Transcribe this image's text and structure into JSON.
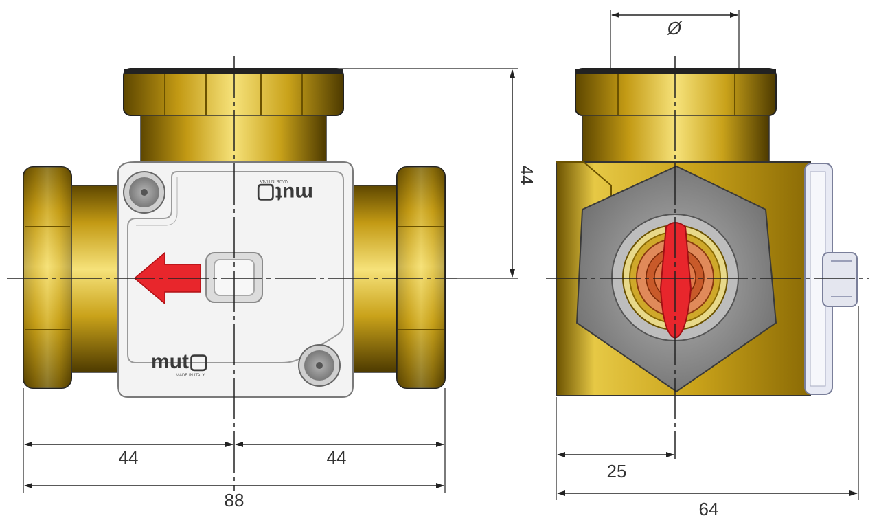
{
  "front_view": {
    "dim_left": "44",
    "dim_right": "44",
    "dim_total": "88",
    "dim_height": "44",
    "logo": "mut▢",
    "logo_sub": "MADE IN ITALY"
  },
  "side_view": {
    "dim_diameter": "Ø",
    "dim_offset": "25",
    "dim_total": "64"
  },
  "colors": {
    "brass": "#c9a21a",
    "brass_light": "#f4dc6a",
    "brass_dark": "#6b5200",
    "cover": "#f2f2f2",
    "arrow": "#e8262c",
    "nut_grey": "#8a8a8a",
    "dim_line": "#222222"
  }
}
